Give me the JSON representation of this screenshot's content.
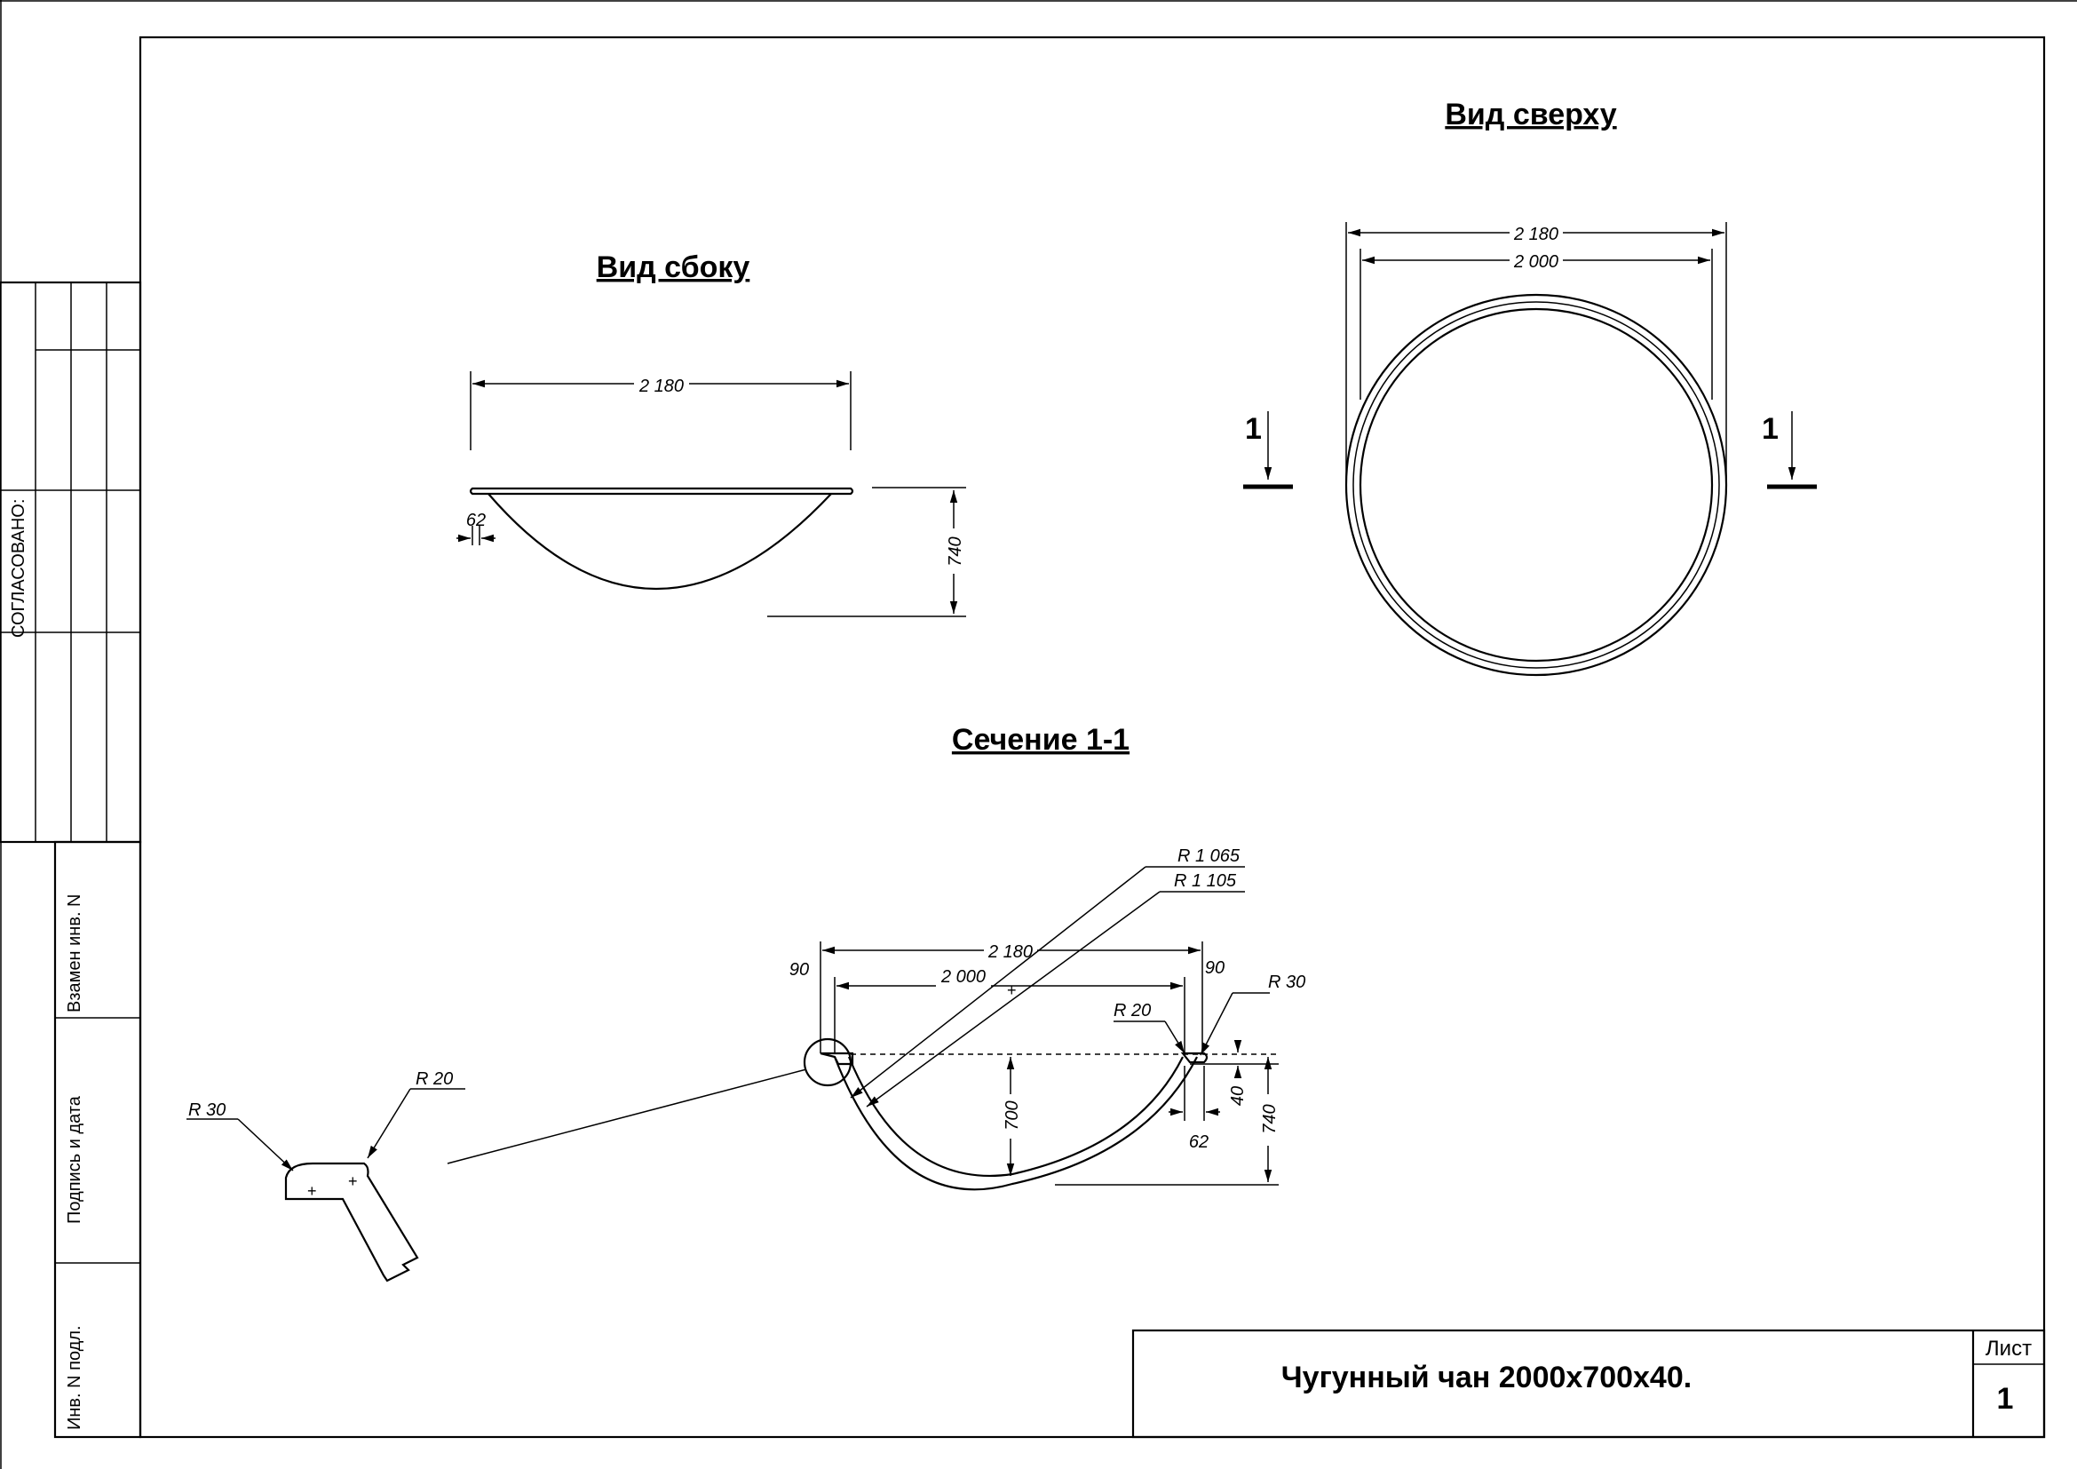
{
  "side_column": {
    "approved": "СОГЛАСОВАНО:",
    "replaces_inv": "Взамен инв. N",
    "sign_date": "Подпись и дата",
    "inv_orig": "Инв. N подл."
  },
  "views": {
    "side_title": "Вид сбоку",
    "top_title": "Вид сверху",
    "section_title": "Сечение 1-1"
  },
  "section_marks": {
    "left": "1",
    "right": "1"
  },
  "side_view": {
    "width": "2 180",
    "rim": "62",
    "height": "740"
  },
  "top_view": {
    "outer": "2 180",
    "inner": "2 000"
  },
  "section": {
    "width_outer": "2 180",
    "width_inner": "2 000",
    "flange_left": "90",
    "flange_right": "90",
    "r_inner": "R 1 065",
    "r_outer": "R 1 105",
    "r_rim": "R 30",
    "r_lip": "R 20",
    "thickness": "40",
    "rim_width": "62",
    "depth_inner": "700",
    "depth_outer": "740"
  },
  "detail": {
    "r_outer": "R  30",
    "r_inner": "R  20"
  },
  "stamp": {
    "title": "Чугунный чан  2000x700x40.",
    "sheet_label": "Лист",
    "sheet_number": "1"
  }
}
